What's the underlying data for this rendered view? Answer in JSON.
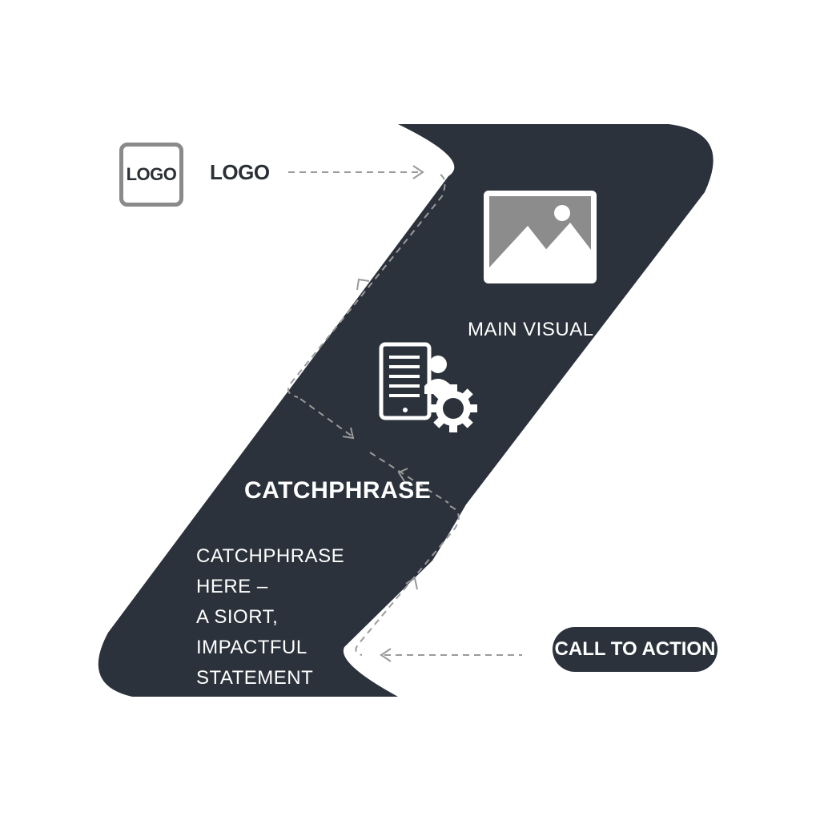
{
  "logo": {
    "box_text": "LOGO",
    "label": "LOGO"
  },
  "main_visual": {
    "label": "MAIN VISUAL",
    "icon": "image-placeholder-icon"
  },
  "process_icon": {
    "icon": "document-person-gear-icon"
  },
  "catchphrase": {
    "title": "CATCHPHRASE",
    "line1": "CATCHPHRASE HERE –",
    "line2": "A SIORT, IMPACTFUL",
    "line3": "STATEMENT"
  },
  "cta": {
    "label": "CALL TO ACTION"
  },
  "colors": {
    "z_shape": "#2b323b",
    "connector": "#9a9a9a",
    "logo_border": "#8a8a8a"
  }
}
